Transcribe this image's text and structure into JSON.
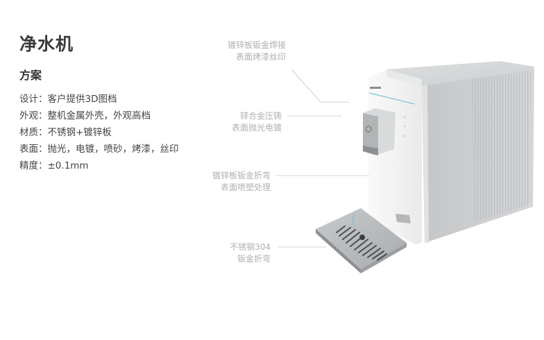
{
  "header": {
    "title": "净水机",
    "subtitle": "方案"
  },
  "specs": [
    {
      "label": "设计：",
      "value": "客户提供3D图档"
    },
    {
      "label": "外观：",
      "value": "整机金属外壳，外观高档"
    },
    {
      "label": "材质：",
      "value": "不锈钢+镀锌板"
    },
    {
      "label": "表面：",
      "value": "抛光，电镀，喷砂，烤漆，丝印"
    },
    {
      "label": "精度：",
      "value": "±0.1mm"
    }
  ],
  "callouts": [
    {
      "line1": "镀锌板钣金焊接",
      "line2": "表面烤漆丝印"
    },
    {
      "line1": "锌合金压铸",
      "line2": "表面抛光电镀"
    },
    {
      "line1": "镀锌板钣金折弯",
      "line2": "表面喷塑处理"
    },
    {
      "line1": "不锈钢304",
      "line2": "钣金折弯"
    }
  ],
  "product": {
    "name": "water-purifier",
    "colors": {
      "body_white": "#f4f5f6",
      "metal_side": "#c9cbcd",
      "metal_top": "#d6d8da",
      "accent_line": "#7fc6d3"
    }
  }
}
